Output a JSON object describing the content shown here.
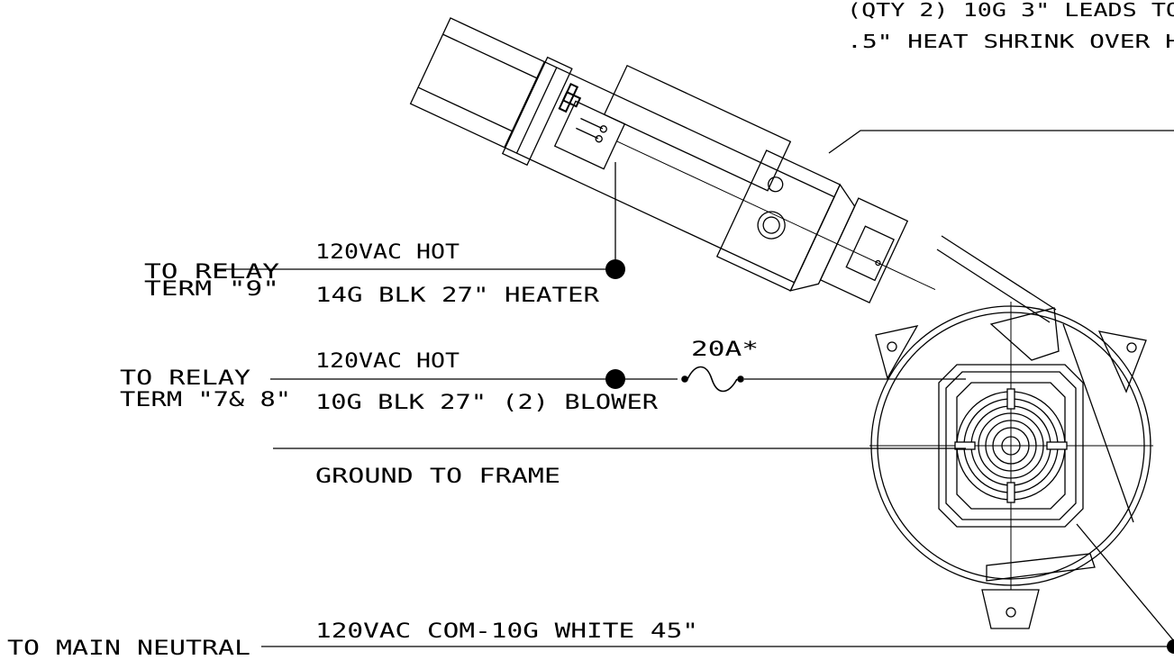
{
  "diagram": {
    "notes": {
      "line1": "(QTY 2) 10G 3\" LEADS TO",
      "line2": ".5\" HEAT SHRINK OVER H"
    },
    "heater_circuit": {
      "source_line1": "TO RELAY",
      "source_line2": "TERM \"9\"",
      "top_label": "120VAC HOT",
      "bottom_label": "14G BLK 27\" HEATER"
    },
    "blower_circuit": {
      "source_line1": "TO RELAY",
      "source_line2": "TERM \"7& 8\"",
      "top_label": "120VAC HOT",
      "bottom_label": "10G BLK 27\" (2) BLOWER",
      "fuse_label": "20A*"
    },
    "ground_circuit": {
      "label": "GROUND TO FRAME"
    },
    "neutral_circuit": {
      "source": "TO MAIN NEUTRAL",
      "label": "120VAC COM-10G WHITE 45\""
    },
    "colors": {
      "ink": "#000000",
      "paper": "#ffffff"
    }
  }
}
